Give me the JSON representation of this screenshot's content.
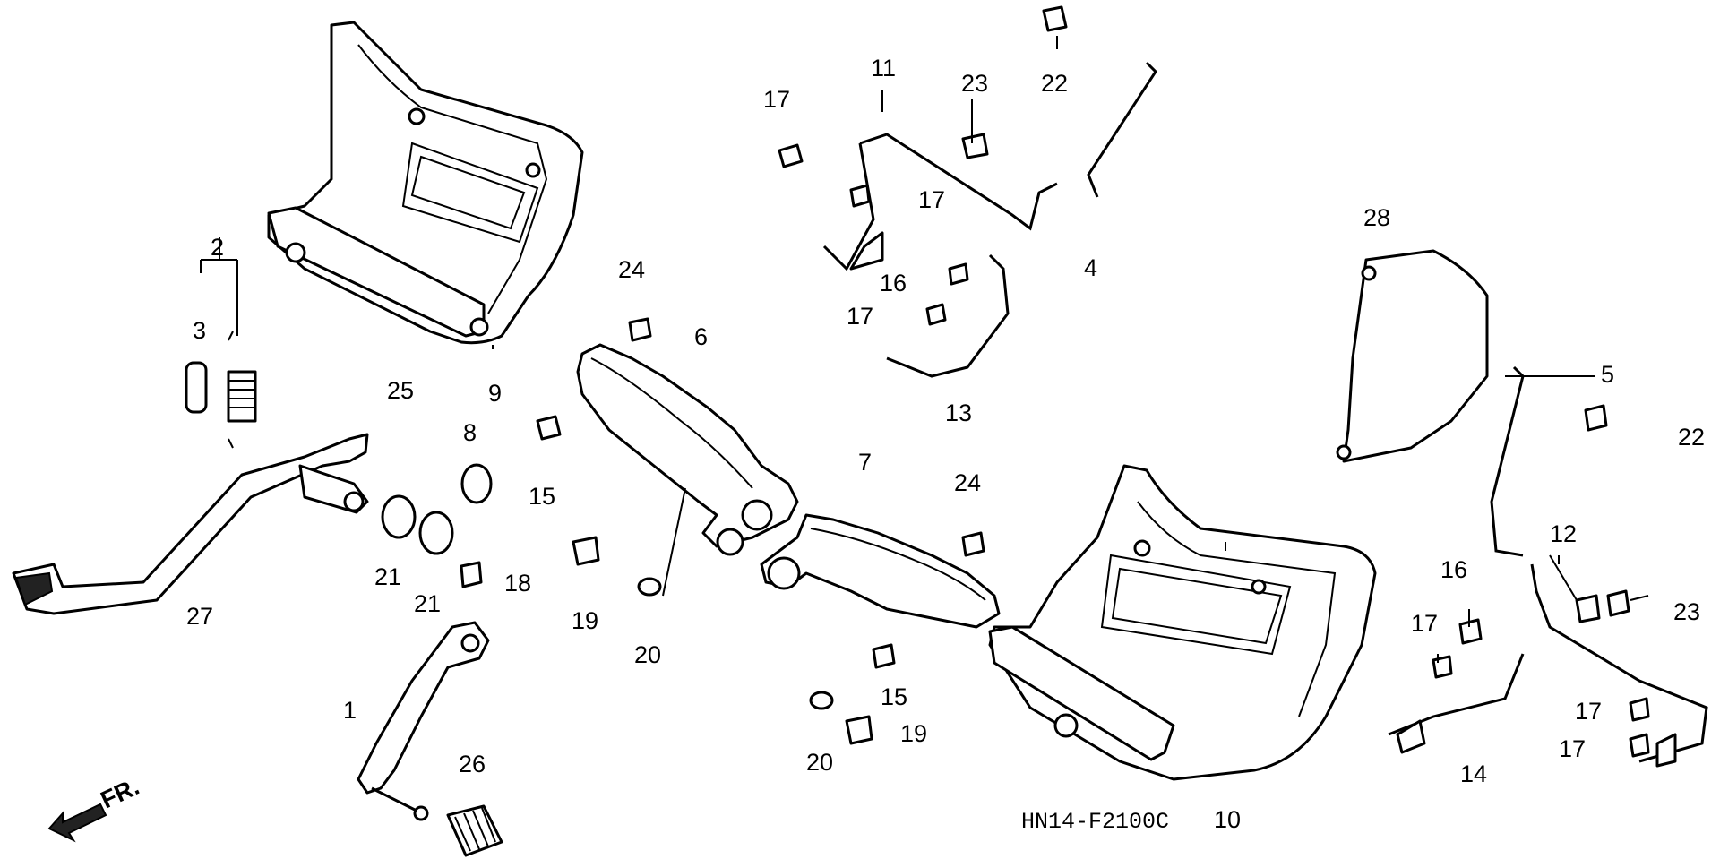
{
  "diagram": {
    "code": "HN14-F2100C",
    "direction": "FR.",
    "callouts": [
      "1",
      "2",
      "3",
      "4",
      "5",
      "6",
      "7",
      "8",
      "9",
      "10",
      "11",
      "12",
      "13",
      "14",
      "15",
      "15",
      "16",
      "16",
      "17",
      "17",
      "17",
      "17",
      "17",
      "17",
      "18",
      "19",
      "19",
      "20",
      "20",
      "21",
      "21",
      "22",
      "22",
      "23",
      "23",
      "24",
      "24",
      "25",
      "26",
      "27",
      "28"
    ]
  },
  "colors": {
    "ink": "#000000",
    "paper": "#ffffff"
  }
}
